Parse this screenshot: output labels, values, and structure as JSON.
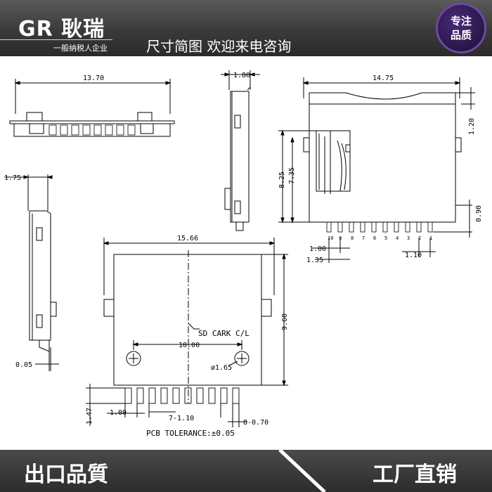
{
  "header": {
    "brand": "GR 耿瑞",
    "company_type": "一般纳税人企业",
    "tagline": "尺寸简图 欢迎来电咨询",
    "badge_line1": "专注",
    "badge_line2": "品质"
  },
  "footer": {
    "left_text": "出口品質",
    "right_text": "工厂直销"
  },
  "drawing": {
    "top_view_width": "13.70",
    "side_view_width": "1.80",
    "front_view_width": "14.75",
    "dim_1_20": "1.20",
    "dim_8_25": "8.25",
    "dim_7_35": "7.35",
    "dim_0_90": "0.90",
    "dim_1_00_front": "1.00",
    "dim_1_35": "1.35",
    "dim_1_10_front": "1.10",
    "left_view_top": "1.75",
    "left_view_bottom": "0.05",
    "pcb_width": "15.66",
    "pcb_height": "9.60",
    "hole_spacing": "10.00",
    "hole_dia": "ø1.65",
    "center_label": "SD CARK C/L",
    "pad_height": "1.47",
    "pad_pitch_1": "1.00",
    "pad_pitch_7": "7-1.10",
    "pad_pitch_8": "8-0.70",
    "tolerance": "PCB TOLERANCE:±0.05",
    "pin_numbers": [
      "10",
      "9",
      "8",
      "7",
      "6",
      "5",
      "4",
      "3",
      "2",
      "1"
    ]
  }
}
